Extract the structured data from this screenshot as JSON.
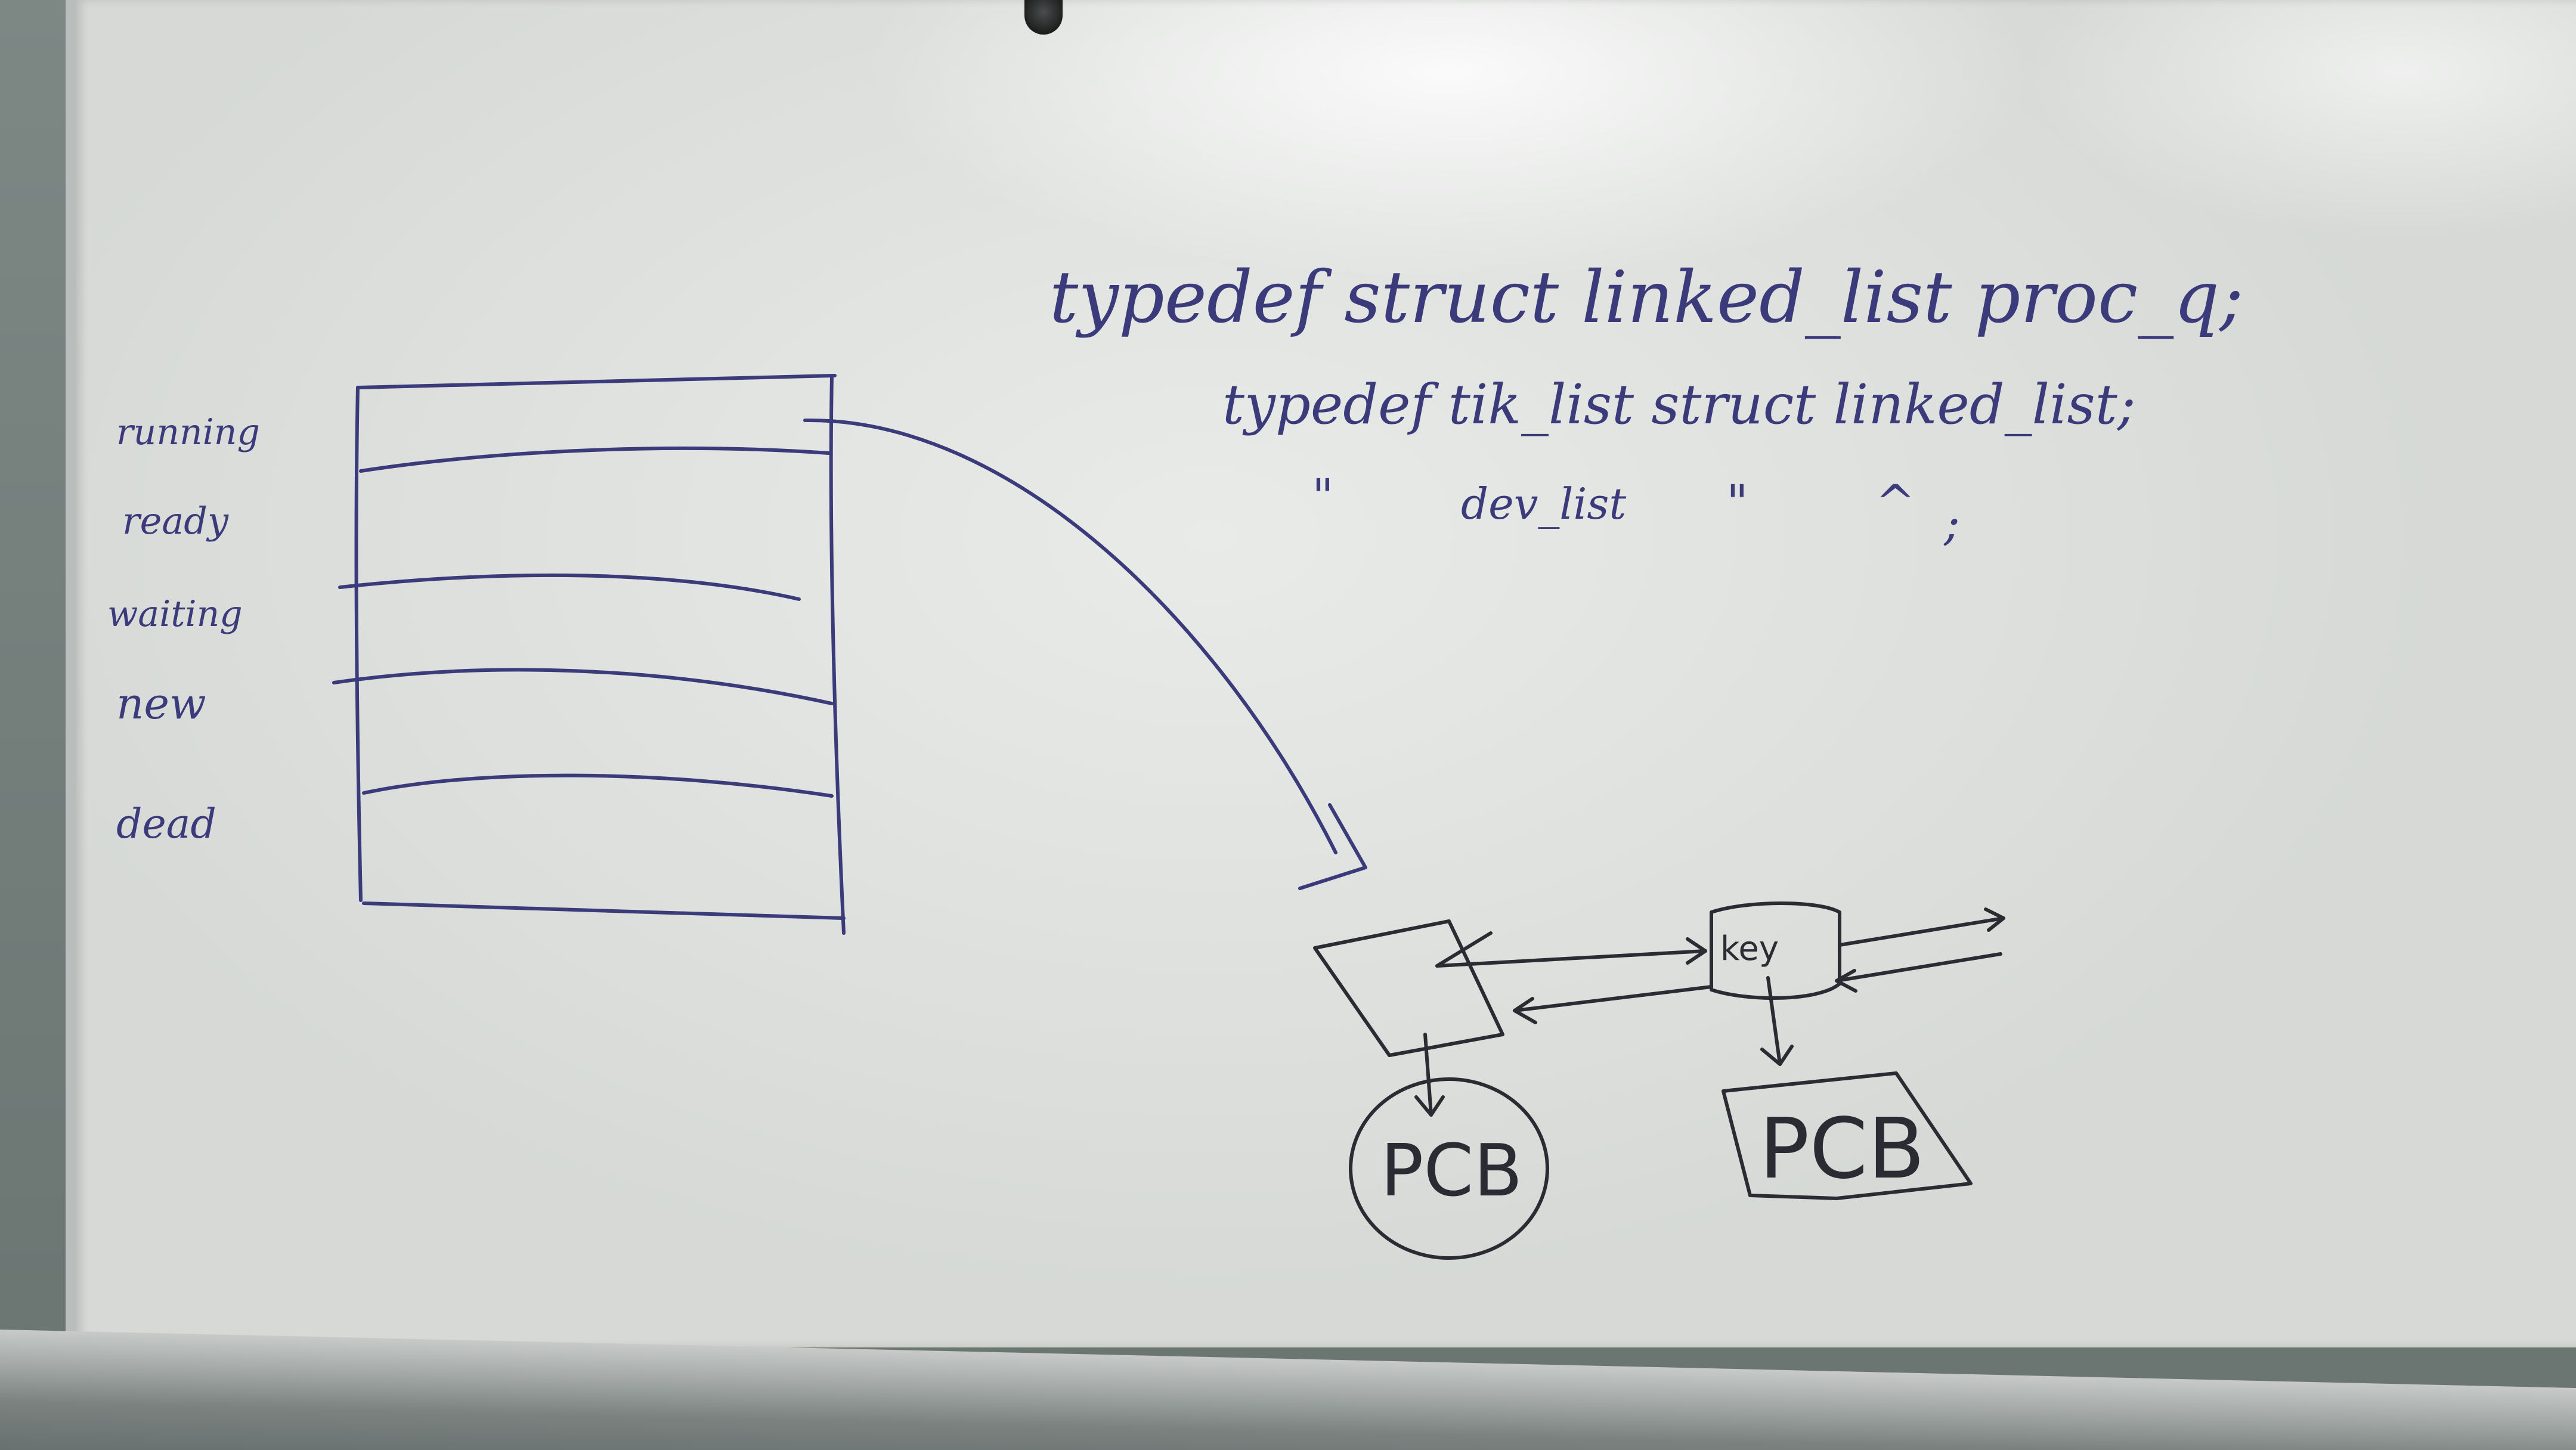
{
  "state_labels": [
    "running",
    "ready",
    "waiting",
    "new",
    "dead"
  ],
  "code_lines": {
    "line1": "typedef struct linked_list proc_q;",
    "line2": "typedef tik_list struct linked_list;",
    "line3_left": "\"",
    "line3_mid": "dev_list",
    "line3_quote": "\"",
    "line3_caret": "^",
    "line3_end": ";"
  },
  "nodes": {
    "key_label": "key",
    "pcb_left": "PCB",
    "pcb_right": "PCB"
  },
  "colors": {
    "ink_blue": "#3b3a7a",
    "ink_black": "#2b2b33",
    "board": "#dadcd9"
  }
}
